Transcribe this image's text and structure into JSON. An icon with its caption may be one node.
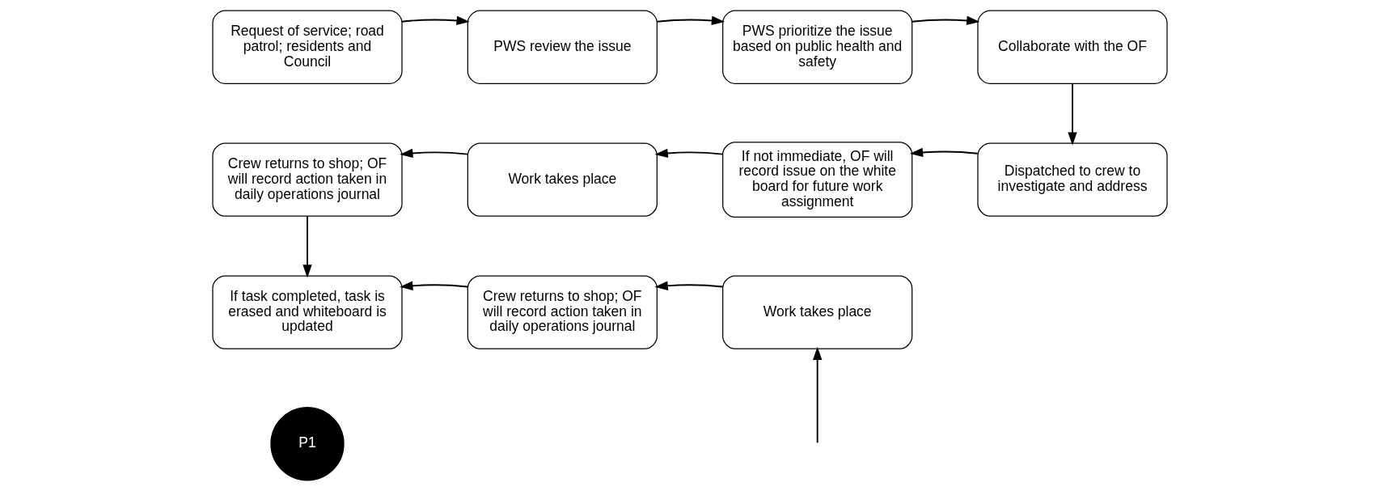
{
  "diagram": {
    "nodes": [
      {
        "text": [
          "Request of service; road patrol; residents and Council"
        ]
      },
      {
        "text": [
          "PWS review the issue"
        ]
      },
      {
        "text": [
          "PWS prioritize the issue based on public health and safety"
        ]
      },
      {
        "text": [
          "Collaborate with the OF"
        ]
      },
      {
        "text": [
          "Dispatched to crew to investigate and address"
        ]
      },
      {
        "text": [
          "If not immediate, OF will record issue on the white board for future work assignment"
        ]
      },
      {
        "text": [
          "Work takes place"
        ]
      },
      {
        "text": [
          "Crew returns to shop; OF will record action taken in daily operations journal"
        ]
      },
      {
        "text": [
          "If task completed, task is erased and whiteboard is updated"
        ]
      },
      {
        "text": [
          "Work takes place"
        ]
      },
      {
        "text": [
          "Crew returns to shop; OF will record action taken in daily operations journal"
        ]
      },
      {
        "text": [
          "P1"
        ]
      }
    ],
    "edges": [
      {
        "from": 0,
        "to": 1,
        "arrow": "to"
      },
      {
        "from": 1,
        "to": 2,
        "arrow": "to"
      },
      {
        "from": 2,
        "to": 3,
        "arrow": "to"
      },
      {
        "from": 3,
        "to": 4,
        "arrow": "to"
      },
      {
        "from": 4,
        "to": 5,
        "arrow": "to"
      },
      {
        "from": 5,
        "to": 6,
        "arrow": "to"
      },
      {
        "from": 6,
        "to": 7,
        "arrow": "to"
      },
      {
        "from": 7,
        "to": 8,
        "arrow": "to"
      },
      {
        "from": 9,
        "to": 10,
        "arrow": "to"
      },
      {
        "from": 10,
        "to": 8,
        "arrow": "to"
      },
      {
        "from": null,
        "to": 9,
        "arrow": "to"
      }
    ]
  }
}
